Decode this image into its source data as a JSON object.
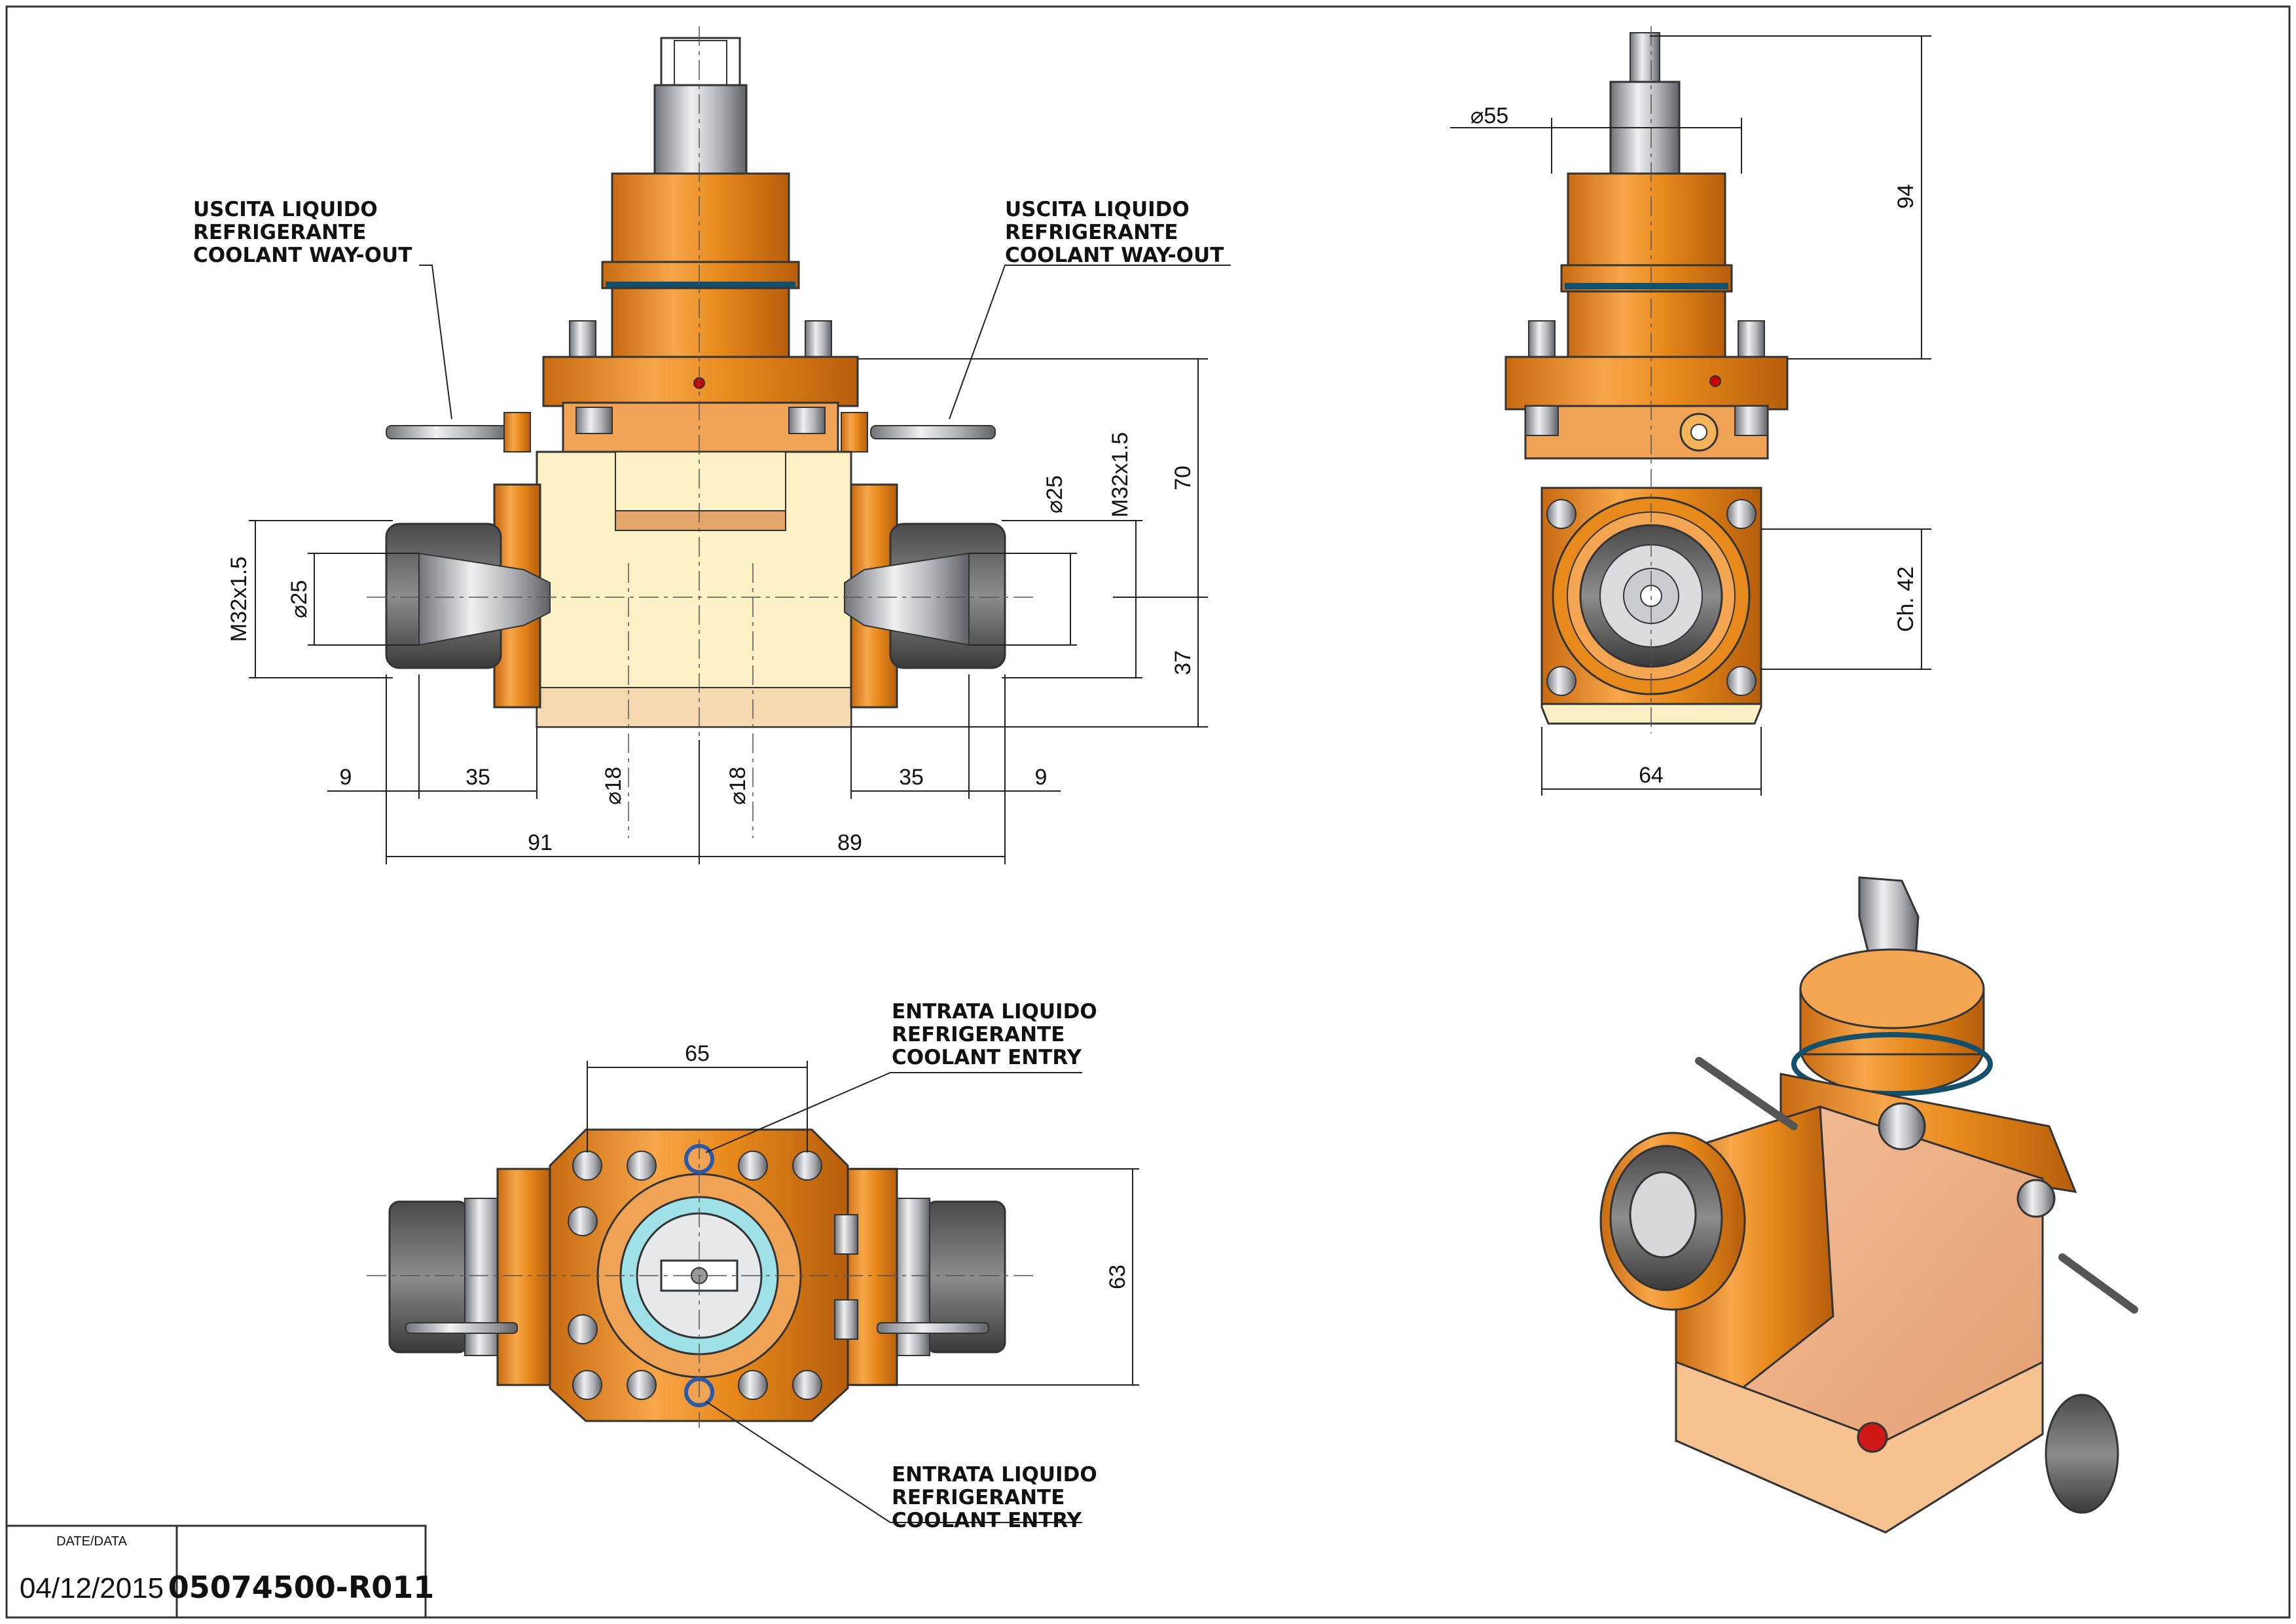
{
  "notes": {
    "coolant_out_left": [
      "USCITA LIQUIDO",
      "REFRIGERANTE",
      "COOLANT WAY-OUT"
    ],
    "coolant_out_right": [
      "USCITA LIQUIDO",
      "REFRIGERANTE",
      "COOLANT WAY-OUT"
    ],
    "coolant_entry_top": [
      "ENTRATA LIQUIDO",
      "REFRIGERANTE",
      "COOLANT ENTRY"
    ],
    "coolant_entry_bottom": [
      "ENTRATA LIQUIDO",
      "REFRIGERANTE",
      "COOLANT ENTRY"
    ]
  },
  "dimensions": {
    "front": {
      "thread_left": "M32x1.5",
      "dia25_left": "⌀25",
      "thread_right": "M32x1.5",
      "dia25_right": "⌀25",
      "h70": "70",
      "h37": "37",
      "w9_left": "9",
      "w35_left": "35",
      "dia18_left": "⌀18",
      "dia18_right": "⌀18",
      "w35_right": "35",
      "w9_right": "9",
      "w91": "91",
      "w89": "89"
    },
    "side": {
      "dia55": "⌀55",
      "h94": "94",
      "ch42": "Ch. 42",
      "w64": "64"
    },
    "top": {
      "w65": "65",
      "h63": "63"
    }
  },
  "title_block": {
    "date_label": "DATE/DATA",
    "date": "04/12/2015",
    "code": "05074500-R011"
  },
  "colors": {
    "orange": "#e8891c",
    "orange_light": "#f5a94a",
    "cream": "#fbf1c4",
    "steel": "#b9bec4",
    "dark": "#3a3a3a"
  }
}
